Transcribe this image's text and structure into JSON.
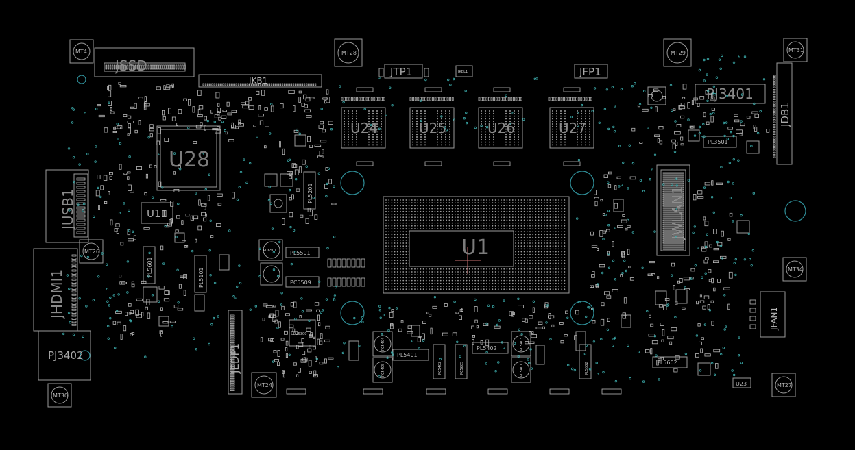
{
  "components": {
    "U1": "U1",
    "U28": "U28",
    "U24": "U24",
    "U25": "U25",
    "U26": "U26",
    "U27": "U27",
    "U11": "U11",
    "U23": "U23",
    "JSSD": "JSSD",
    "JKB1": "JKB1",
    "JTP1": "JTP1",
    "JFP1": "JFP1",
    "PJ3401": "PJ3401",
    "JDB1": "JDB1",
    "JUSB1": "JUSB1",
    "JHDMI1": "JHDMI1",
    "PJ3402": "PJ3402",
    "JEDP1": "JEDP1",
    "JWLAN1": "JWLAN1",
    "JFAN1": "JFAN1",
    "MT4": "MT4",
    "MT28": "MT28",
    "MT29": "MT29",
    "MT31": "MT31",
    "MT26": "MT26",
    "MT30": "MT30",
    "MT24": "MT24",
    "MT27": "MT27",
    "MT34": "MT34",
    "PL5501": "PL5501",
    "PC5509": "PC5509",
    "PU5300": "PU5300",
    "PC6501": "PC6501",
    "PL5401": "PL5401",
    "PL5402": "PL5402",
    "PL5602": "PL5602",
    "PL3501": "PL3501",
    "PL5201": "PL5201",
    "PL5601": "PL5601",
    "PL5101": "PL5101",
    "PC5404": "PC5404",
    "PC5405": "PC5405",
    "PC5402": "PC5402",
    "PC5403": "PC5403",
    "PC5401": "PC5401",
    "PC5605": "PC5605",
    "PL5502": "PL5502",
    "JKBL1": "JKBL1"
  },
  "colors": {
    "background": "#000000",
    "outline": "#9a9a9a",
    "via": "#3aa6a6",
    "label": "#8a8a8a"
  }
}
